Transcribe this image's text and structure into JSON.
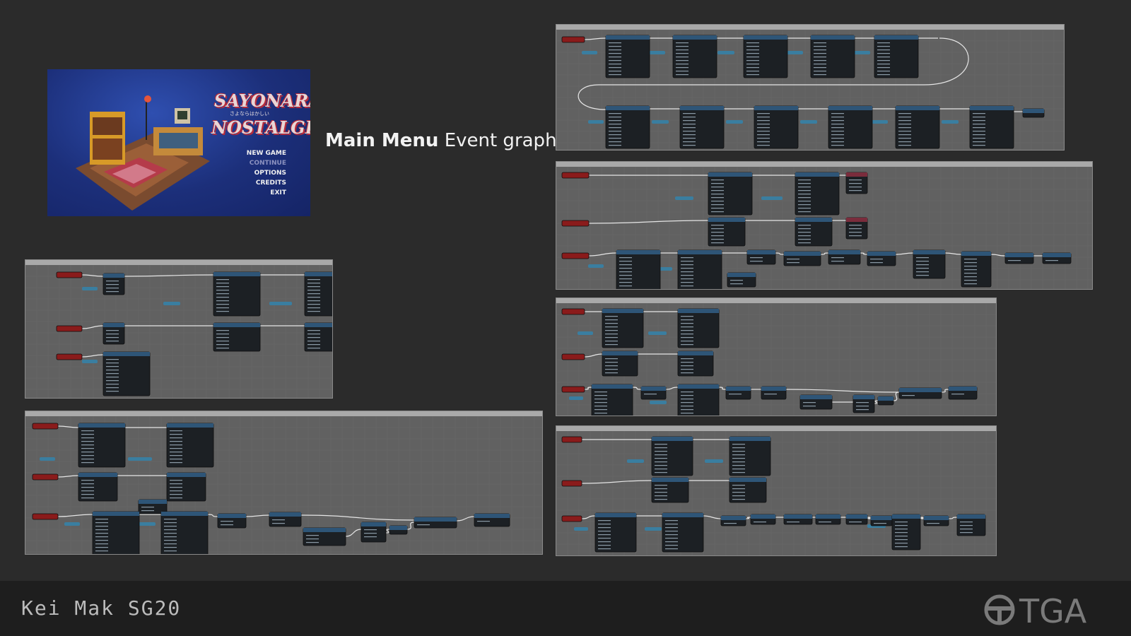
{
  "heading": {
    "bold": "Main Menu",
    "rest": "Event graph"
  },
  "menu_screenshot": {
    "title_line1": "SAYONARA",
    "subtitle": "さよならはかしい",
    "title_line2": "NOSTALGIA",
    "items": [
      {
        "label": "NEW GAME",
        "dim": false
      },
      {
        "label": "CONTINUE",
        "dim": true
      },
      {
        "label": "OPTIONS",
        "dim": false
      },
      {
        "label": "CREDITS",
        "dim": false
      },
      {
        "label": "EXIT",
        "dim": false
      }
    ]
  },
  "footer": {
    "author": "Kei Mak SG20",
    "logo": "TGA"
  },
  "colors": {
    "background": "#2b2b2b",
    "panel": "#616161",
    "node_body": "#1c2024",
    "node_header": "#2e5577",
    "event_header": "#8a1b1b",
    "variable": "#3a7ea0",
    "wire": "#e6e6e6"
  },
  "icons": [
    "tga-logo-icon"
  ]
}
